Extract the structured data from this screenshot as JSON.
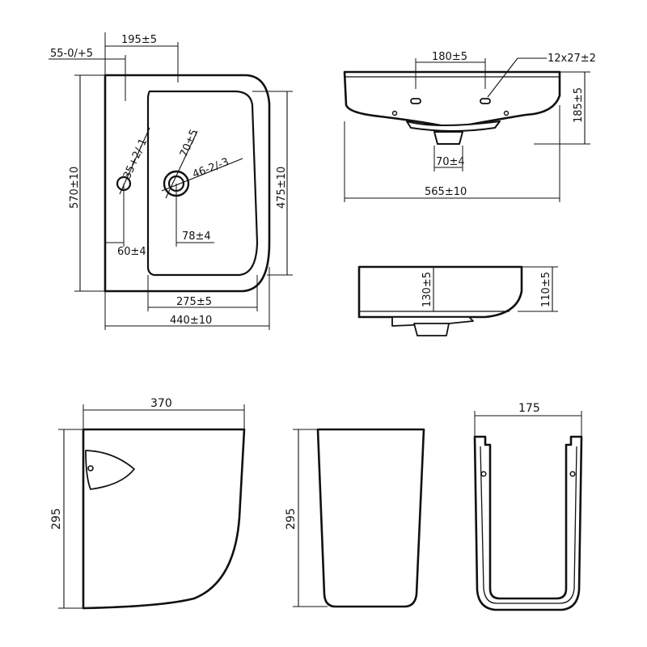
{
  "top_view": {
    "dim_overflow_pos": "55-0/+5",
    "dim_tap_offset": "195±5",
    "dim_depth": "570±10",
    "dim_overflow_hole": "35+2/-1",
    "dim_tap_hole": "70±5",
    "dim_waste": "46-2/-3",
    "dim_overflow_x": "60±4",
    "dim_waste_x": "78±4",
    "dim_bowl_depth": "475±10",
    "dim_bowl_width": "275±5",
    "dim_width": "440±10"
  },
  "front_view": {
    "dim_fix_spacing": "180±5",
    "dim_fix_holes": "12x27±2",
    "dim_height": "185±5",
    "dim_waste_dia": "70±4",
    "dim_width": "565±10"
  },
  "side_view": {
    "dim_inner_height": "130±5",
    "dim_outer_height": "110±5"
  },
  "semi_pedestal_side": {
    "dim_depth": "370",
    "dim_height": "295"
  },
  "semi_pedestal_front": {
    "dim_height": "295"
  },
  "semi_pedestal_back": {
    "dim_width": "175"
  }
}
